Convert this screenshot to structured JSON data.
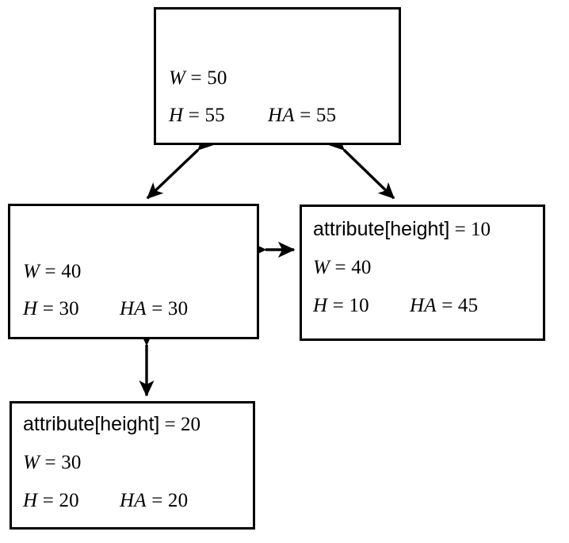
{
  "diagram": {
    "type": "box-and-arrow-tree",
    "title": "",
    "stroke_color": "#000000",
    "fill_color": "#ffffff",
    "background": "#ffffff",
    "nodes": [
      {
        "id": "root",
        "name": "root-node",
        "attribute_line": null,
        "w_label": "W",
        "w_eq": "= 50",
        "h_label": "H",
        "h_eq": "= 55",
        "ha_label": "HA",
        "ha_eq": "= 55"
      },
      {
        "id": "left-middle",
        "name": "left-middle-node",
        "attribute_line": null,
        "w_label": "W",
        "w_eq": "= 40",
        "h_label": "H",
        "h_eq": "= 30",
        "ha_label": "HA",
        "ha_eq": "= 30"
      },
      {
        "id": "right-middle",
        "name": "right-middle-node",
        "attribute_line": "attribute[height]",
        "attribute_eq": "= 10",
        "w_label": "W",
        "w_eq": "= 40",
        "h_label": "H",
        "h_eq": "= 10",
        "ha_label": "HA",
        "ha_eq": "= 45"
      },
      {
        "id": "bottom-left",
        "name": "bottom-left-node",
        "attribute_line": "attribute[height]",
        "attribute_eq": "= 20",
        "w_label": "W",
        "w_eq": "= 30",
        "h_label": "H",
        "h_eq": "= 20",
        "ha_label": "HA",
        "ha_eq": "= 20"
      }
    ],
    "edges": [
      {
        "name": "edge-root-to-left-middle",
        "from": "root",
        "to": "left-middle",
        "style": "double-headed"
      },
      {
        "name": "edge-root-to-right-middle",
        "from": "root",
        "to": "right-middle",
        "style": "double-headed"
      },
      {
        "name": "edge-left-middle-to-right-middle",
        "from": "left-middle",
        "to": "right-middle",
        "style": "double-headed"
      },
      {
        "name": "edge-left-middle-to-bottom-left",
        "from": "left-middle",
        "to": "bottom-left",
        "style": "double-headed"
      }
    ]
  }
}
